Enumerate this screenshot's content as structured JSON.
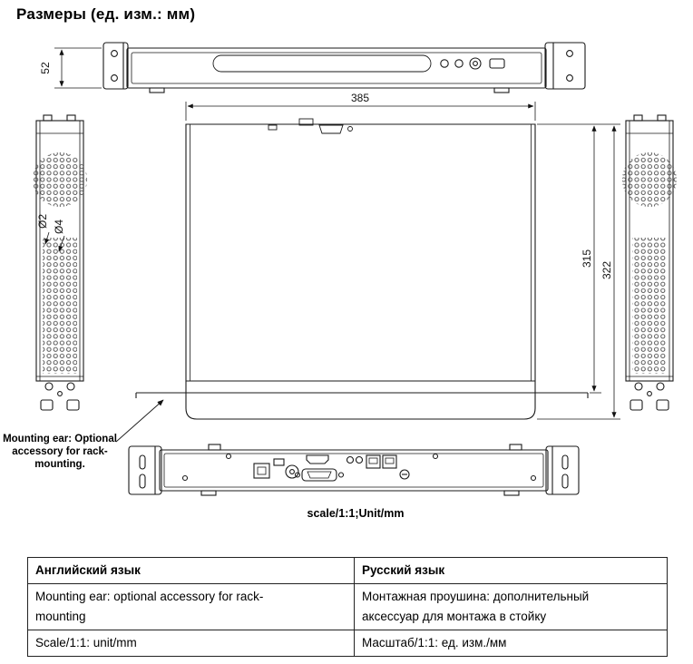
{
  "page": {
    "title": "Размеры (ед. изм.: мм)"
  },
  "drawing": {
    "dims": {
      "height": "52",
      "width": "385",
      "depth_inner": "315",
      "depth_outer": "322",
      "hole_small": "Ø2",
      "hole_large": "Ø4"
    },
    "mounting_note": "Mounting ear: Optional accessory for rack-mounting.",
    "scale_note": "scale/1:1;Unit/mm"
  },
  "table": {
    "headers": [
      "Английский язык",
      "Русский язык"
    ],
    "rows": [
      {
        "en": "Mounting ear: optional accessory for rack-mounting",
        "ru": "Монтажная проушина: дополнительный аксессуар для монтажа в стойку"
      },
      {
        "en": "Scale/1:1: unit/mm",
        "ru": "Масштаб/1:1: ед. изм./мм"
      }
    ]
  }
}
